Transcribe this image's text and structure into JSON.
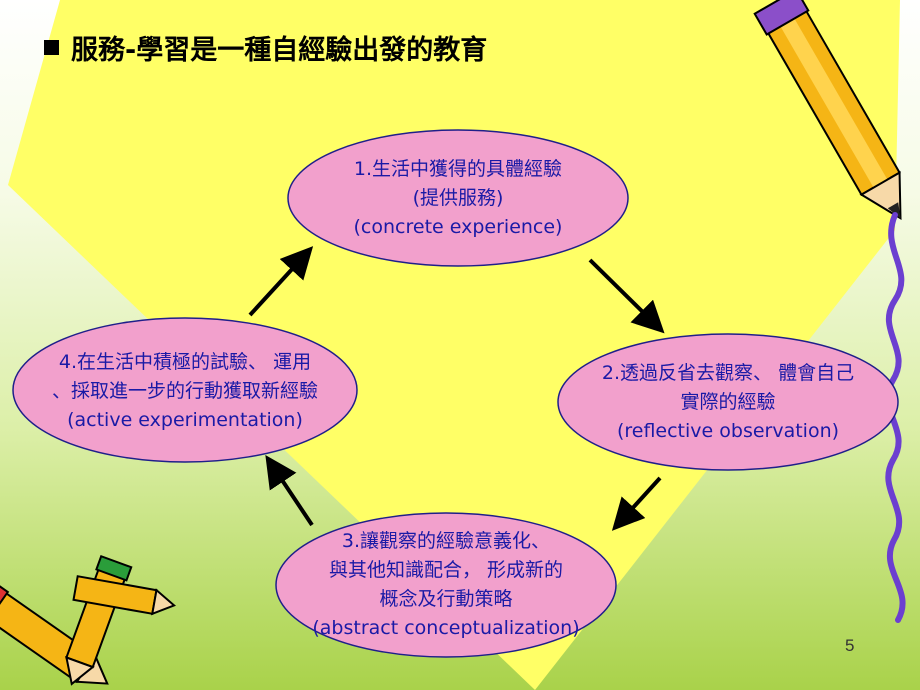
{
  "title": "服務-學習是一種自經驗出發的教育",
  "nodes": {
    "n1": {
      "line1": "1.生活中獲得的具體經驗",
      "line2": "(提供服務)",
      "line3": "(concrete experience)"
    },
    "n2": {
      "line1": "2.透過反省去觀察、 體會自己",
      "line2": "實際的經驗",
      "line3": "(reflective observation)"
    },
    "n3": {
      "line1": "3.讓觀察的經驗意義化、",
      "line2": "與其他知識配合， 形成新的",
      "line3": "概念及行動策略",
      "line4": "(abstract conceptualization)"
    },
    "n4": {
      "line1": "4.在生活中積極的試驗、 運用",
      "line2": "、採取進一步的行動獲取新經驗",
      "line3": "(active experimentation)"
    }
  },
  "page_number": "5",
  "colors": {
    "diamond": "#ffff66",
    "ellipse_fill": "#f2a0cc",
    "ellipse_stroke": "#1f1f8a",
    "text": "#1a1aa6",
    "arrow": "#000000"
  }
}
